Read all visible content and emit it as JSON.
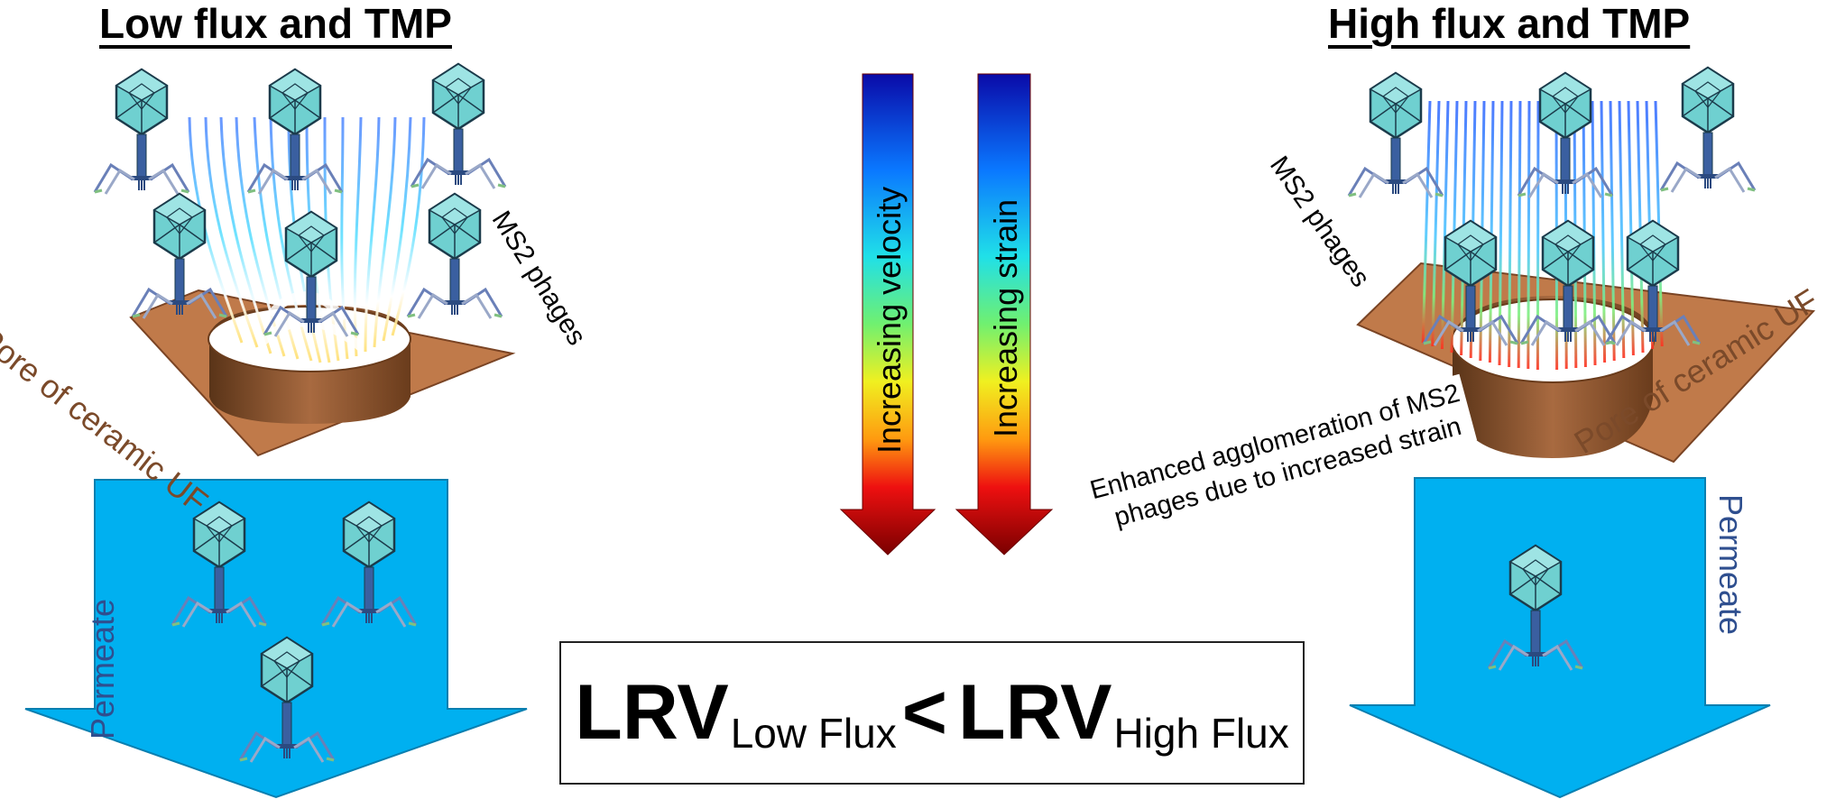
{
  "titles": {
    "left": "Low flux and TMP",
    "right": "High flux and TMP"
  },
  "labels": {
    "ms2_left": "MS2 phages",
    "ms2_right": "MS2 phages",
    "pore_left": "Pore of ceramic UF",
    "pore_right": "Pore of ceramic UF",
    "permeate_left": "Permeate",
    "permeate_right": "Permeate",
    "agglomeration_line1": "Enhanced agglomeration of MS2",
    "agglomeration_line2": "phages due to increased strain"
  },
  "gradient_arrows": {
    "velocity_label": "Increasing velocity",
    "strain_label": "Increasing strain"
  },
  "equation": {
    "lhs": "LRV",
    "lhs_sub": "Low Flux",
    "operator": "<",
    "rhs": "LRV",
    "rhs_sub": "High Flux"
  },
  "colors": {
    "permeate_arrow": "#00b0f0",
    "pore_surface": "#c07a4a",
    "label_brown": "#7b4a2a",
    "permeate_text": "#2f4f8f",
    "phage_head": "#5fc8c8",
    "phage_tail": "#3a5fa0"
  },
  "icons": [
    "phage-icon",
    "gradient-arrow-icon",
    "pore-icon"
  ]
}
